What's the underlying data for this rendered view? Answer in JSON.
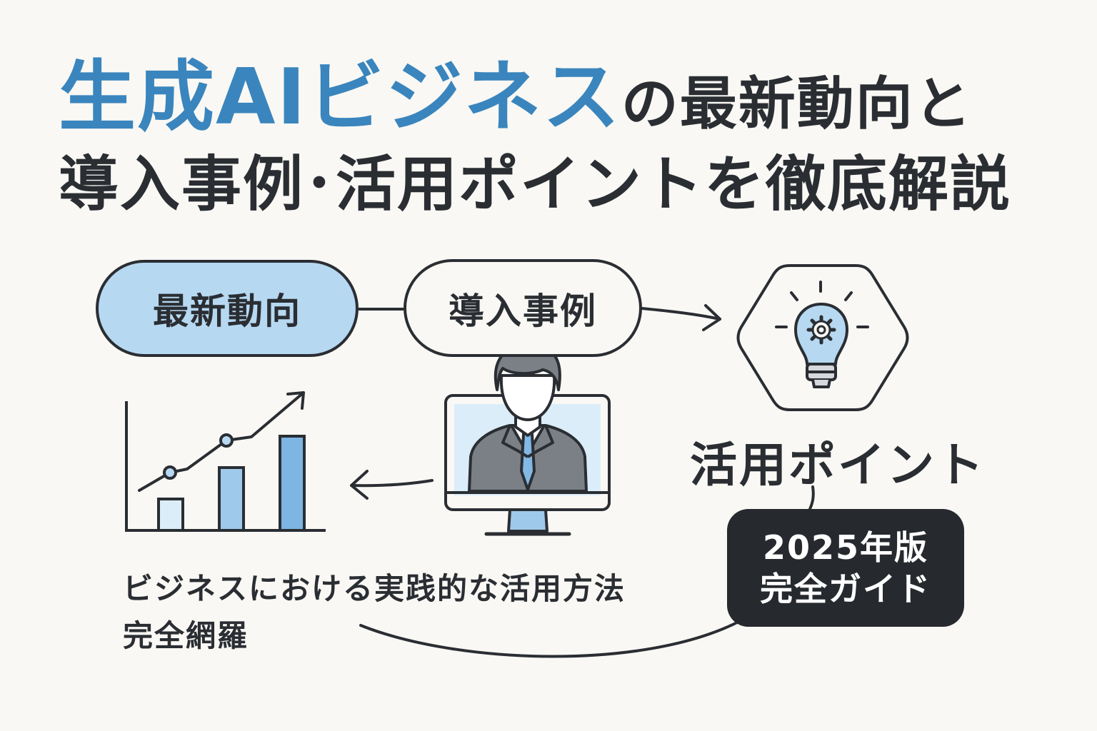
{
  "title": {
    "line1_accent": "生成AIビジネス",
    "line1_rest": "の最新動向と",
    "line2": "導入事例･活用ポイントを徹底解説"
  },
  "flow": {
    "trend_label": "最新動向",
    "case_label": "導入事例",
    "point_label": "活用ポイント"
  },
  "chart_data": {
    "type": "bar",
    "values": [
      1,
      2,
      3
    ],
    "line_values": [
      1.8,
      2.8,
      3.6
    ]
  },
  "description": {
    "line1": "ビジネスにおける実践的な活用方法",
    "line2": "完全網羅"
  },
  "badge": {
    "line1": "2025年版",
    "line2": "完全ガイド"
  },
  "colors": {
    "accent": "#3a85bd",
    "accent_light": "#b7d8f1",
    "dark": "#2a2e33",
    "background": "#f9f8f4"
  },
  "icons": {
    "person": "businessman-icon",
    "monitor": "monitor-icon",
    "idea": "lightbulb-gear-icon"
  }
}
